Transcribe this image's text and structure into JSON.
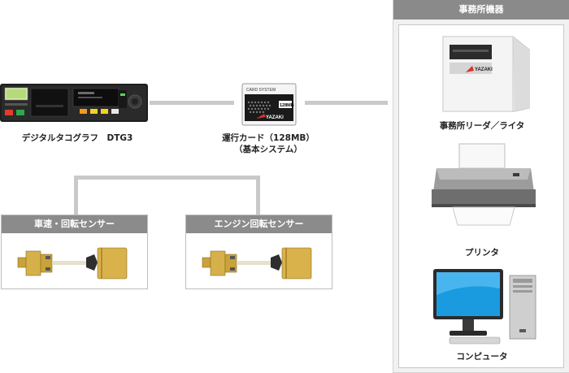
{
  "dtg": {
    "label": "デジタルタコグラフ　DTG3"
  },
  "card": {
    "label_line1": "運行カード（128MB）",
    "label_line2": "（基本システム）",
    "card_title": "CARD SYSTEM",
    "card_capacity": "128MB",
    "card_brand": "YAZAKI"
  },
  "office": {
    "title": "事務所機器",
    "reader": {
      "label": "事務所リーダ／ライタ",
      "brand": "YAZAKI"
    },
    "printer": {
      "label": "プリンタ"
    },
    "computer": {
      "label": "コンピュータ"
    }
  },
  "sensors": [
    {
      "title": "車速・回転センサー"
    },
    {
      "title": "エンジン回転センサー"
    }
  ],
  "colors": {
    "connector": "#c9c9c9",
    "header": "#8b8b8b",
    "sensor_gold": "#c9a33a"
  }
}
